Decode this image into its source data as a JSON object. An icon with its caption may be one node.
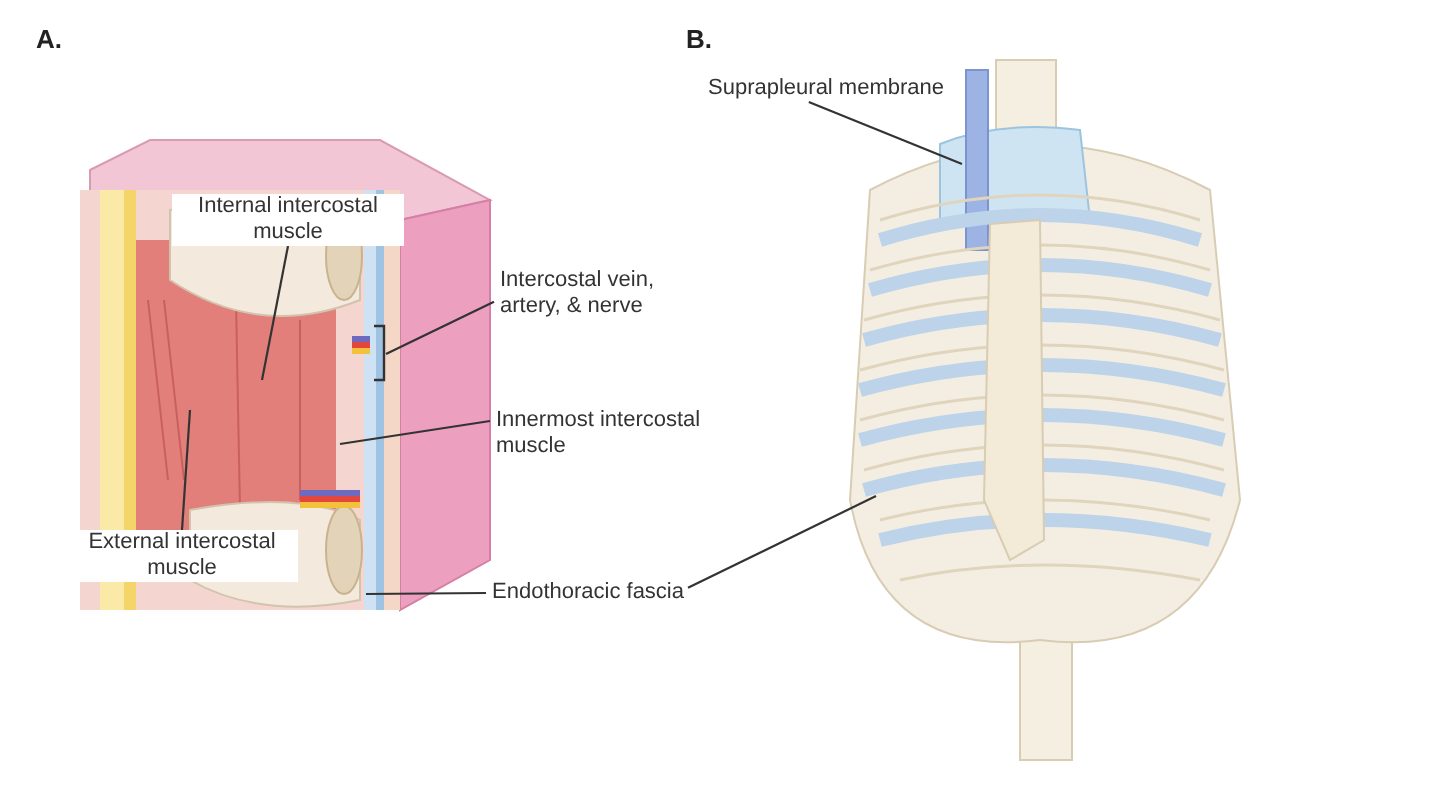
{
  "diagram": {
    "nodes": [
      {
        "text": [
          "Internal intercostal muscle"
        ]
      },
      {
        "text": [
          "Intercostal vein, artery, & nerve"
        ]
      },
      {
        "text": [
          "Innermost intercostal muscle"
        ]
      },
      {
        "text": [
          "External intercostal muscle"
        ]
      },
      {
        "text": [
          "Endothoracic fascia"
        ]
      },
      {
        "text": [
          "Suprapleural membrane"
        ]
      }
    ],
    "edges": [
      {
        "from": 0,
        "to": null,
        "arrow": "none"
      },
      {
        "from": 1,
        "to": null,
        "arrow": "none"
      },
      {
        "from": 2,
        "to": null,
        "arrow": "none"
      },
      {
        "from": 3,
        "to": null,
        "arrow": "none"
      },
      {
        "from": 4,
        "to": null,
        "arrow": "none"
      },
      {
        "from": 4,
        "to": null,
        "arrow": "none"
      },
      {
        "from": 5,
        "to": null,
        "arrow": "none"
      }
    ],
    "labels": [
      "A.",
      "B."
    ]
  }
}
